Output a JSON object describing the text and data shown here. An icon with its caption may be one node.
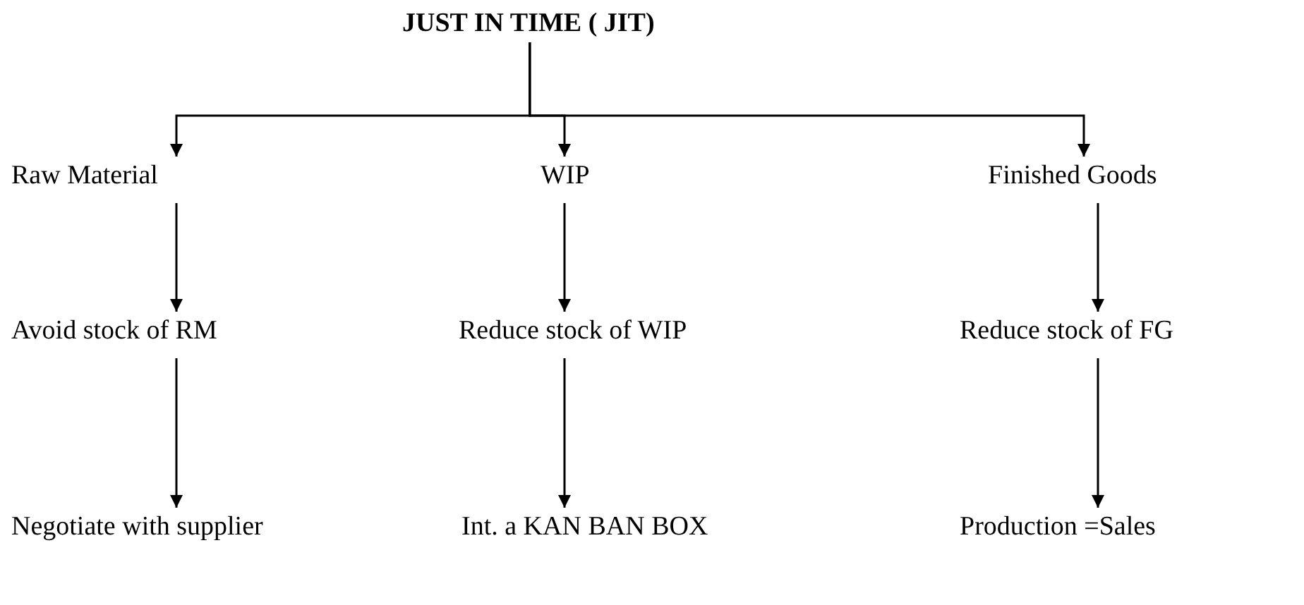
{
  "diagram": {
    "nodes": [
      {
        "text": [
          "JUST IN TIME ( JIT)"
        ]
      },
      {
        "text": [
          "Raw Material"
        ]
      },
      {
        "text": [
          "WIP"
        ]
      },
      {
        "text": [
          "Finished Goods"
        ]
      },
      {
        "text": [
          "Avoid stock of RM"
        ]
      },
      {
        "text": [
          "Reduce stock of WIP"
        ]
      },
      {
        "text": [
          "Reduce stock of FG"
        ]
      },
      {
        "text": [
          "Negotiate with supplier"
        ]
      },
      {
        "text": [
          "Int. a KAN BAN BOX"
        ]
      },
      {
        "text": [
          "Production =Sales"
        ]
      }
    ],
    "edges": [
      {
        "from": 0,
        "to": 1,
        "arrow": "to"
      },
      {
        "from": 0,
        "to": 2,
        "arrow": "to"
      },
      {
        "from": 0,
        "to": 3,
        "arrow": "to"
      },
      {
        "from": 1,
        "to": 4,
        "arrow": "to"
      },
      {
        "from": 2,
        "to": 5,
        "arrow": "to"
      },
      {
        "from": 3,
        "to": 6,
        "arrow": "to"
      },
      {
        "from": 4,
        "to": 7,
        "arrow": "to"
      },
      {
        "from": 5,
        "to": 8,
        "arrow": "to"
      },
      {
        "from": 6,
        "to": 9,
        "arrow": "to"
      }
    ]
  }
}
